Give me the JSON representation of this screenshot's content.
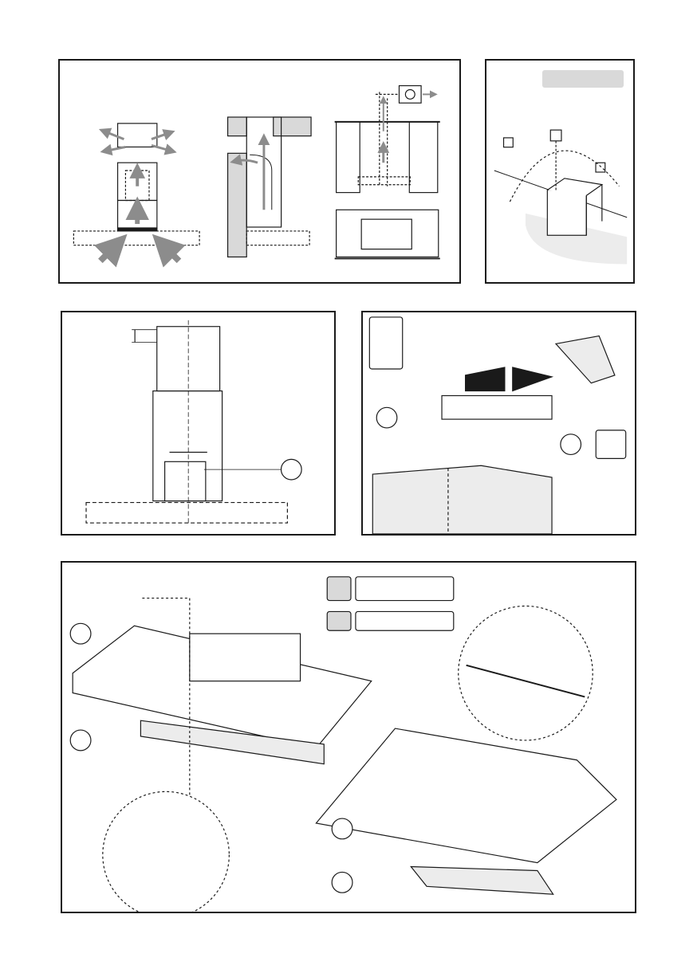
{
  "page": {
    "title": "",
    "panels": [
      {
        "id": "ventilation-modes"
      },
      {
        "id": "wall-bracket-position"
      },
      {
        "id": "chimney-dimensions"
      },
      {
        "id": "wall-bracket-installation"
      },
      {
        "id": "glass-panel-installation"
      }
    ]
  },
  "colors": {
    "line": "#1a1a1a",
    "arrow_gray": "#8c8c8c",
    "light_gray": "#d9d9d9",
    "surface_gray": "#ececec"
  },
  "icons": [
    "fixing-screw-icon",
    "wall-plug-icon",
    "washer-icon",
    "drill-icon",
    "hand-icon"
  ]
}
